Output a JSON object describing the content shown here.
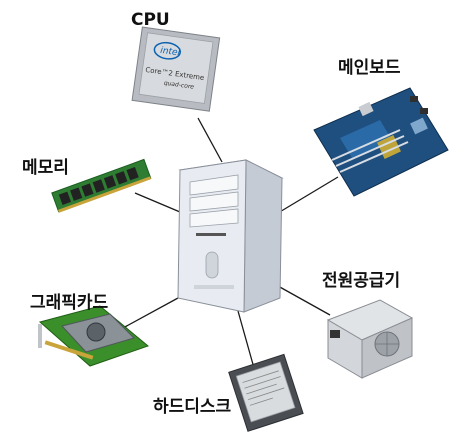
{
  "labels": {
    "cpu": "CPU",
    "mainboard": "메인보드",
    "memory": "메모리",
    "power_supply": "전원공급기",
    "graphics_card": "그래픽카드",
    "hard_disk": "하드디스크"
  },
  "cpu_chip": {
    "brand": "intel",
    "line1": "Core™2 Extreme",
    "line2": "quad-core"
  },
  "colors": {
    "connector": "#1a1a1a",
    "case_body": "#e8ecf2",
    "mainboard": "#1f4f7f",
    "memory_pcb": "#2e7d32",
    "gpu_pcb": "#3a8f2a",
    "psu_body": "#c9ccd0"
  }
}
